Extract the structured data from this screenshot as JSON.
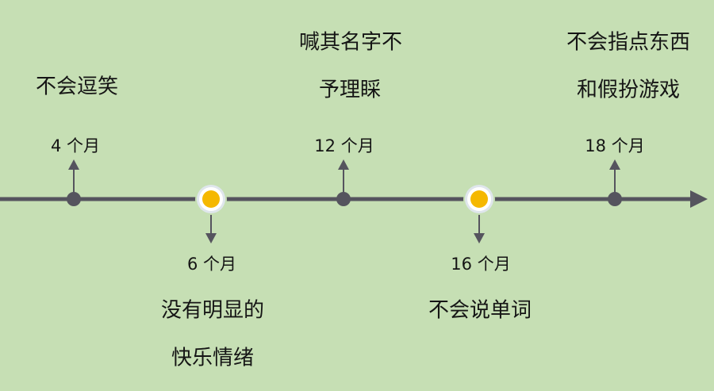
{
  "colors": {
    "background": "#c6dfb4",
    "line": "#55545e",
    "dot": "#55545e",
    "highlight": "#f5b800",
    "halo": "#ffffff",
    "text": "#151515"
  },
  "timeline": {
    "milestones": [
      {
        "month": "4 个月",
        "description": [
          "不会逗笑"
        ],
        "position": "above",
        "marker": "dot"
      },
      {
        "month": "6 个月",
        "description": [
          "没有明显的",
          "快乐情绪"
        ],
        "position": "below",
        "marker": "highlight"
      },
      {
        "month": "12 个月",
        "description": [
          "喊其名字不",
          "予理睬"
        ],
        "position": "above",
        "marker": "dot"
      },
      {
        "month": "16 个月",
        "description": [
          "不会说单词"
        ],
        "position": "below",
        "marker": "highlight"
      },
      {
        "month": "18 个月",
        "description": [
          "不会指点东西",
          "和假扮游戏"
        ],
        "position": "above",
        "marker": "dot"
      }
    ]
  }
}
